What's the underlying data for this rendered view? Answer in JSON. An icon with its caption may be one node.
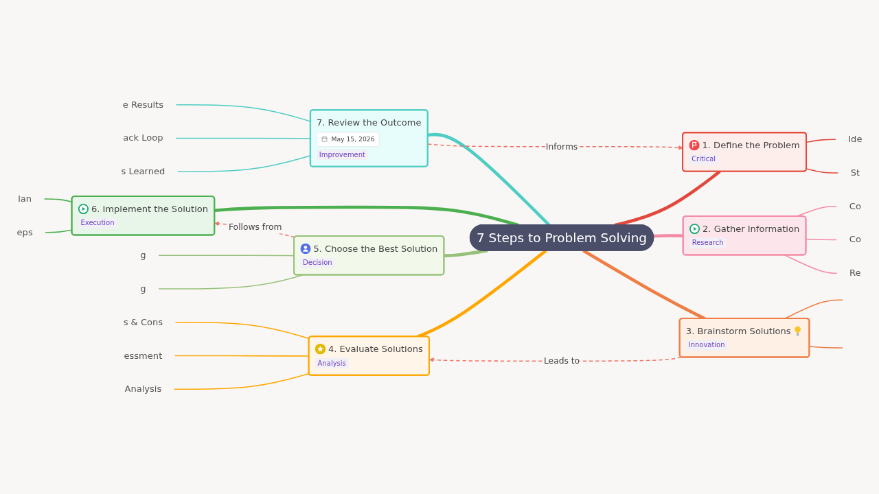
{
  "diagram": {
    "nodes": [
      {
        "text": [
          "7 Steps to Problem Solving"
        ]
      },
      {
        "text": [
          "1. Define the Problem",
          "Critical"
        ]
      },
      {
        "text": [
          "2. Gather Information",
          "Research"
        ]
      },
      {
        "text": [
          "3. Brainstorm Solutions",
          "Innovation"
        ]
      },
      {
        "text": [
          "4. Evaluate Solutions",
          "Analysis"
        ]
      },
      {
        "text": [
          "5. Choose the Best Solution",
          "Decision"
        ]
      },
      {
        "text": [
          "6. Implement the Solution",
          "Execution"
        ]
      },
      {
        "text": [
          "7. Review the Outcome",
          "May 15, 2026",
          "Improvement"
        ]
      },
      {
        "text": [
          "Ide"
        ]
      },
      {
        "text": [
          "St"
        ]
      },
      {
        "text": [
          "Co"
        ]
      },
      {
        "text": [
          "Co"
        ]
      },
      {
        "text": [
          "Re"
        ]
      },
      {
        "text": [
          "s & Cons"
        ]
      },
      {
        "text": [
          "essment"
        ]
      },
      {
        "text": [
          "Analysis"
        ]
      },
      {
        "text": [
          "g"
        ]
      },
      {
        "text": [
          "g"
        ]
      },
      {
        "text": [
          "lan"
        ]
      },
      {
        "text": [
          "eps"
        ]
      },
      {
        "text": [
          "e Results"
        ]
      },
      {
        "text": [
          "ack Loop"
        ]
      },
      {
        "text": [
          "s Learned"
        ]
      }
    ],
    "edges": [
      {
        "from": 0,
        "to": 1,
        "arrow": "none",
        "style": "thick",
        "color": "#e2483b"
      },
      {
        "from": 0,
        "to": 2,
        "arrow": "none",
        "style": "thick",
        "color": "#f58aa6"
      },
      {
        "from": 0,
        "to": 3,
        "arrow": "none",
        "style": "thick",
        "color": "#ef7d44"
      },
      {
        "from": 0,
        "to": 4,
        "arrow": "none",
        "style": "thick",
        "color": "#ffa600"
      },
      {
        "from": 0,
        "to": 5,
        "arrow": "none",
        "style": "thick",
        "color": "#97c17a"
      },
      {
        "from": 0,
        "to": 6,
        "arrow": "none",
        "style": "thick",
        "color": "#4caf50"
      },
      {
        "from": 0,
        "to": 7,
        "arrow": "none",
        "style": "thick",
        "color": "#4ecdc4"
      },
      {
        "from": 1,
        "to": 8,
        "arrow": "none",
        "color": "#e2483b"
      },
      {
        "from": 1,
        "to": 9,
        "arrow": "none",
        "color": "#e2483b"
      },
      {
        "from": 2,
        "to": 10,
        "arrow": "none",
        "color": "#f58aa6"
      },
      {
        "from": 2,
        "to": 11,
        "arrow": "none",
        "color": "#f58aa6"
      },
      {
        "from": 2,
        "to": 12,
        "arrow": "none",
        "color": "#f58aa6"
      },
      {
        "from": 3,
        "to": null,
        "arrow": "none",
        "color": "#ef7d44"
      },
      {
        "from": 3,
        "to": null,
        "arrow": "none",
        "color": "#ef7d44"
      },
      {
        "from": 4,
        "to": 13,
        "arrow": "none",
        "color": "#ffa600"
      },
      {
        "from": 4,
        "to": 14,
        "arrow": "none",
        "color": "#ffa600"
      },
      {
        "from": 4,
        "to": 15,
        "arrow": "none",
        "color": "#ffa600"
      },
      {
        "from": 5,
        "to": 16,
        "arrow": "none",
        "color": "#97c17a"
      },
      {
        "from": 5,
        "to": 17,
        "arrow": "none",
        "color": "#97c17a"
      },
      {
        "from": 6,
        "to": 18,
        "arrow": "none",
        "color": "#4caf50"
      },
      {
        "from": 6,
        "to": 19,
        "arrow": "none",
        "color": "#4caf50"
      },
      {
        "from": 7,
        "to": 20,
        "arrow": "none",
        "color": "#4ecdc4"
      },
      {
        "from": 7,
        "to": 21,
        "arrow": "none",
        "color": "#4ecdc4"
      },
      {
        "from": 7,
        "to": 22,
        "arrow": "none",
        "color": "#4ecdc4"
      },
      {
        "from": 7,
        "to": 1,
        "arrow": "to",
        "label": "Informs",
        "style": "dashed",
        "color": "#ef7468"
      },
      {
        "from": 3,
        "to": 4,
        "arrow": "to",
        "label": "Leads to",
        "style": "dashed",
        "color": "#ef7468"
      },
      {
        "from": 5,
        "to": 6,
        "arrow": "to",
        "label": "Follows from",
        "style": "dashed",
        "color": "#ef7468"
      }
    ]
  }
}
